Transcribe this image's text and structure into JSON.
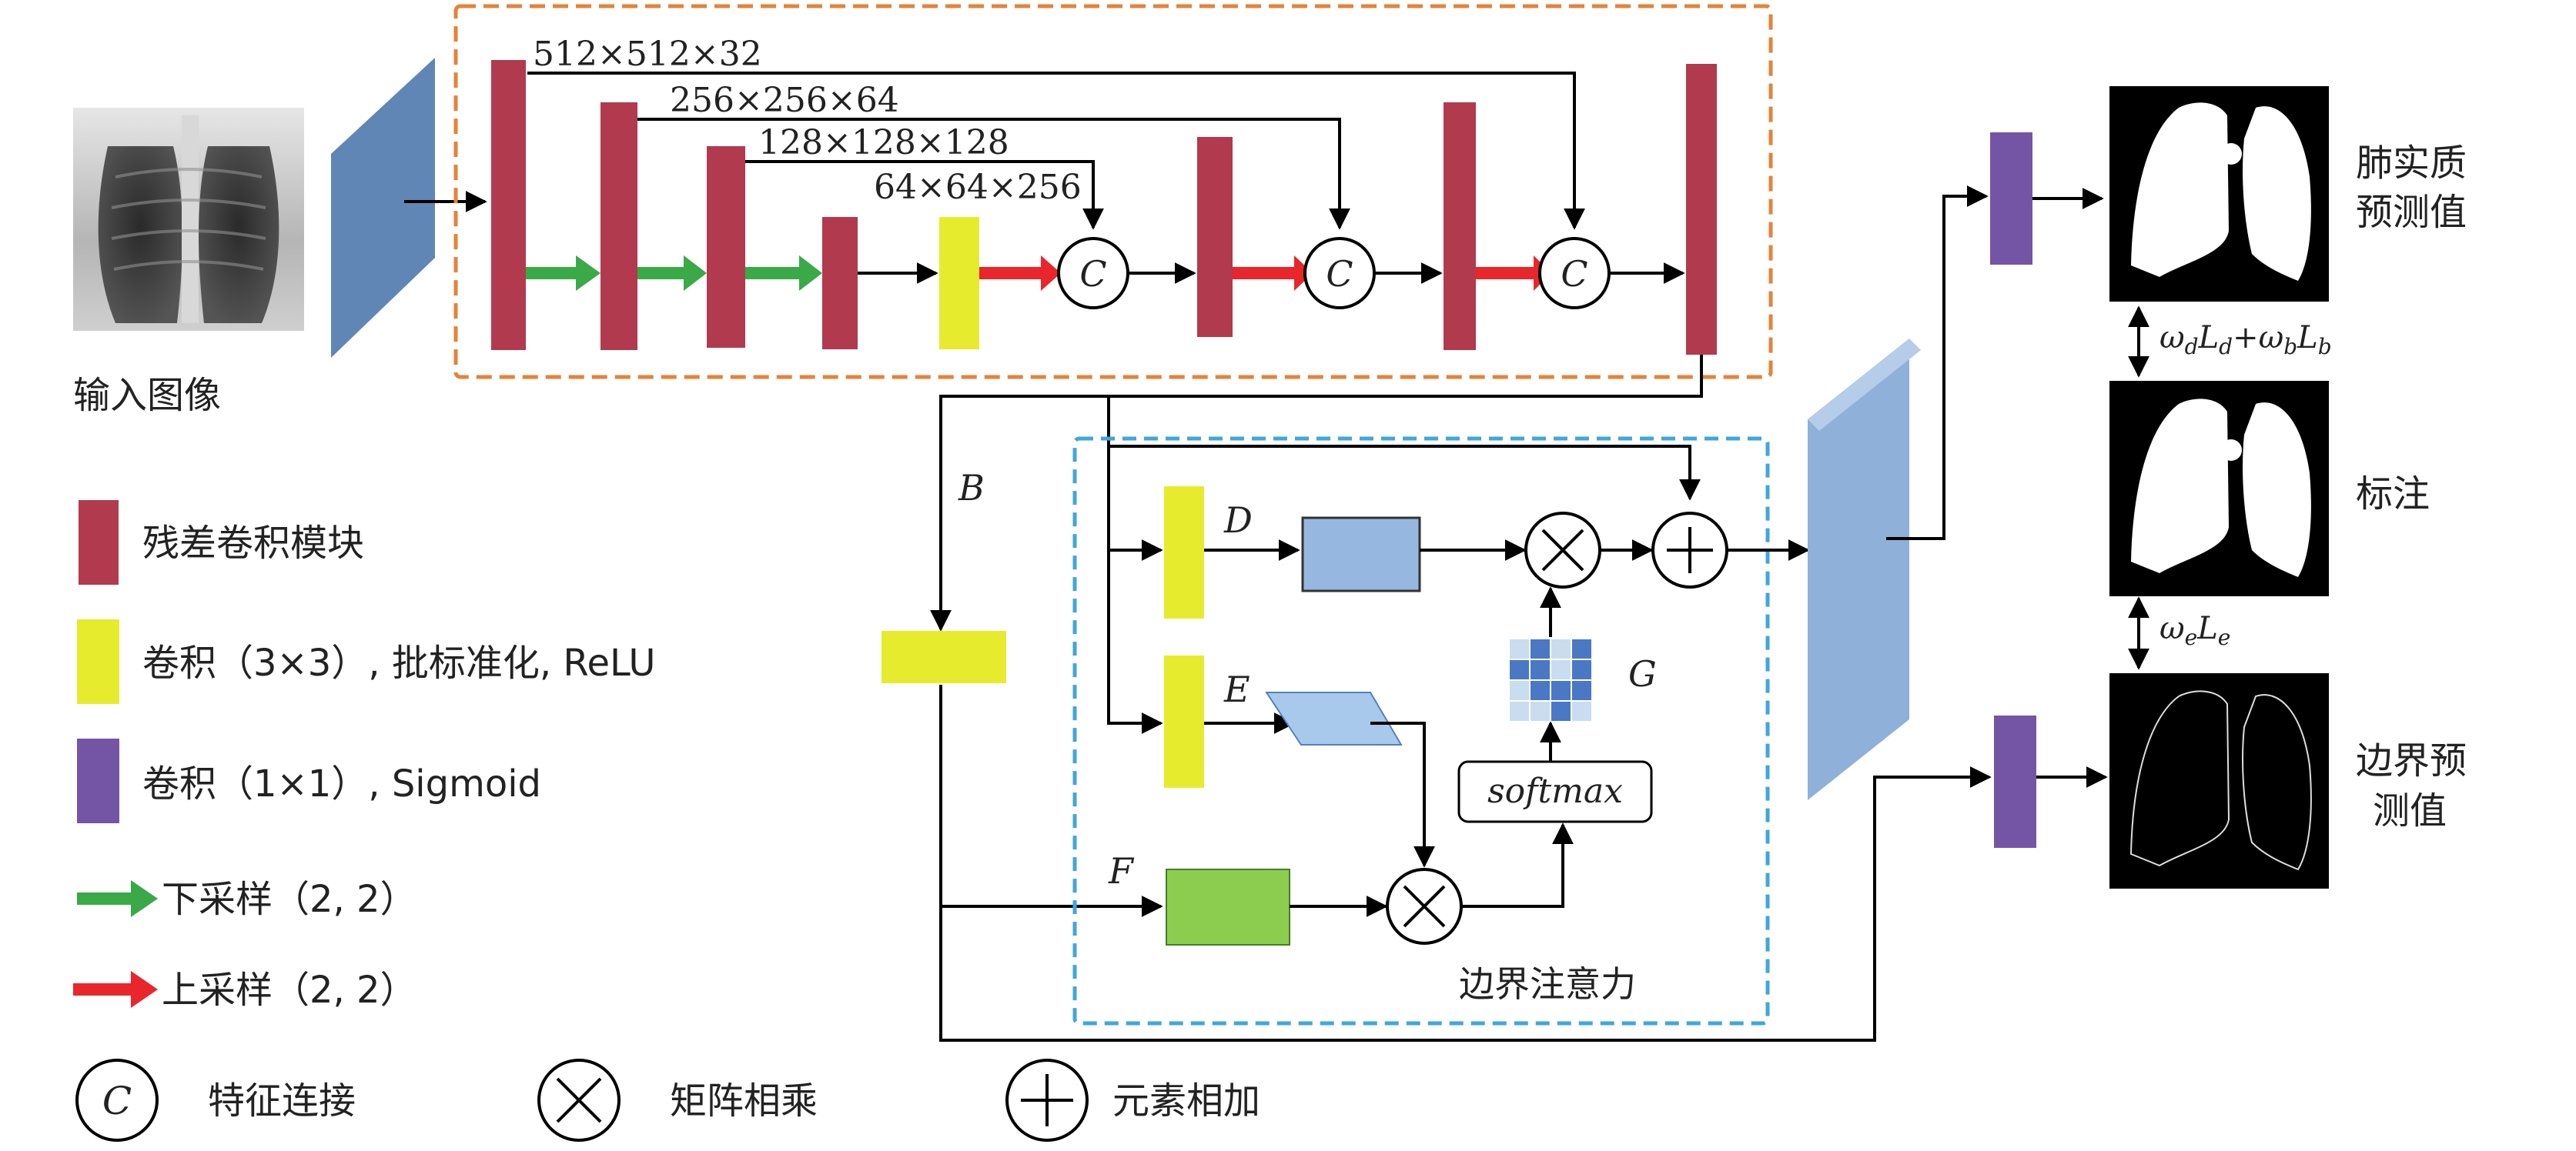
{
  "input_label": "输入图像",
  "dims": {
    "d1": "512×512×32",
    "d2": "256×256×64",
    "d3": "128×128×128",
    "d4": "64×64×256"
  },
  "concat_symbol": "C",
  "branch_labels": {
    "B": "B",
    "D": "D",
    "E": "E",
    "F": "F",
    "G": "G"
  },
  "softmax_label": "softmax",
  "attention_title": "边界注意力",
  "outputs": {
    "lung_pred_line1": "肺实质",
    "lung_pred_line2": "预测值",
    "annotation": "标注",
    "boundary_pred_line1": "边界预",
    "boundary_pred_line2": "测值"
  },
  "loss_top": {
    "w1": "ω",
    "s1": "d",
    "l1": "L",
    "s2": "d",
    "plus": "+",
    "w2": "ω",
    "s3": "b",
    "l2": "L",
    "s4": "b"
  },
  "loss_bottom": {
    "w": "ω",
    "s1": "e",
    "l": "L",
    "s2": "e"
  },
  "legend": {
    "residual": "残差卷积模块",
    "conv3": "卷积（3×3）, 批标准化, ReLU",
    "conv1": "卷积（1×1）, Sigmoid",
    "down": "下采样（2, 2）",
    "up": "上采样（2, 2）",
    "concat": "特征连接",
    "matmul": "矩阵相乘",
    "add": "元素相加"
  },
  "colors": {
    "residual": "#b13a4e",
    "conv3": "#e6ec2d",
    "conv1": "#7455a5",
    "down": "#3aa948",
    "up": "#e8262b",
    "frame_orange": "#e4833a",
    "frame_blue": "#3fa7dc",
    "slab": "#5f86b5",
    "green_block": "#8ccd50",
    "blue_block": "#96b7df"
  }
}
